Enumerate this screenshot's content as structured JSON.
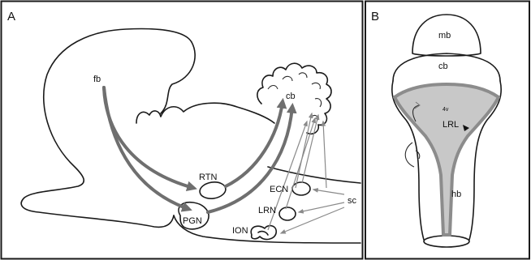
{
  "panels": {
    "a": {
      "letter": "A",
      "labels": {
        "fb": "fb",
        "cb": "cb",
        "rtn": "RTN",
        "ecn": "ECN",
        "lrn": "LRN",
        "pgn": "PGN",
        "ion": "ION",
        "sc": "sc"
      }
    },
    "b": {
      "letter": "B",
      "labels": {
        "mb": "mb",
        "cb": "cb",
        "v4": "4v",
        "lrl": "LRL",
        "hb": "hb"
      }
    }
  },
  "colors": {
    "thick_arrow": "#6f6f6f",
    "thin_arrow": "#8a8a8a",
    "fourth_ventricle_fill": "#c8c8c8",
    "fourth_ventricle_rim": "#8c8c8c"
  }
}
